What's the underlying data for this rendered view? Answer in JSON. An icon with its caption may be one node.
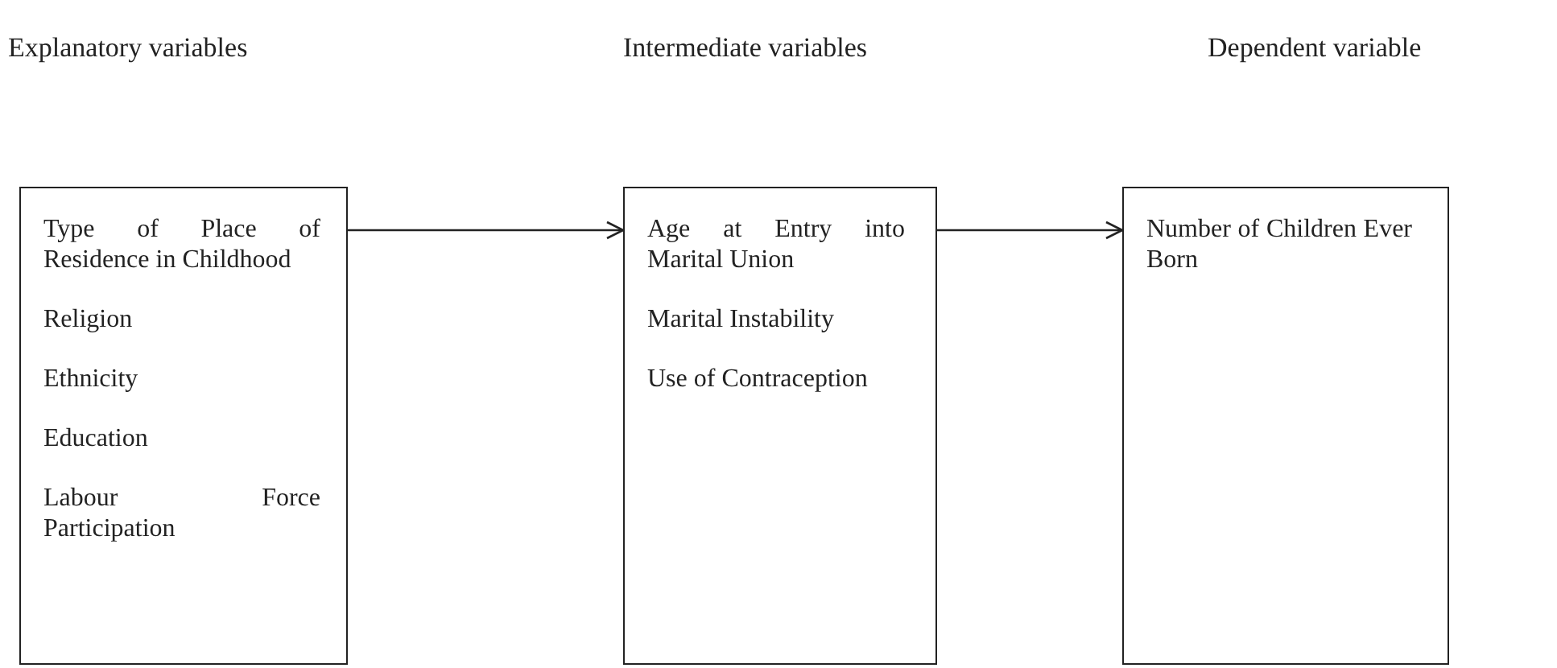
{
  "diagram": {
    "nodes": [
      {
        "text": [
          "Explanatory variables",
          "Type of Place of Residence in Childhood",
          "Religion",
          "Ethnicity",
          "Education",
          "Labour Force Participation"
        ]
      },
      {
        "text": [
          "Intermediate variables",
          "Age at Entry into Marital Union",
          "Marital Instability",
          "Use of Contraception"
        ]
      },
      {
        "text": [
          "Dependent variable",
          "Number of Children Ever Born"
        ]
      }
    ],
    "edges": [
      {
        "from": 0,
        "to": 1,
        "arrow": "to"
      },
      {
        "from": 1,
        "to": 2,
        "arrow": "to"
      }
    ]
  }
}
